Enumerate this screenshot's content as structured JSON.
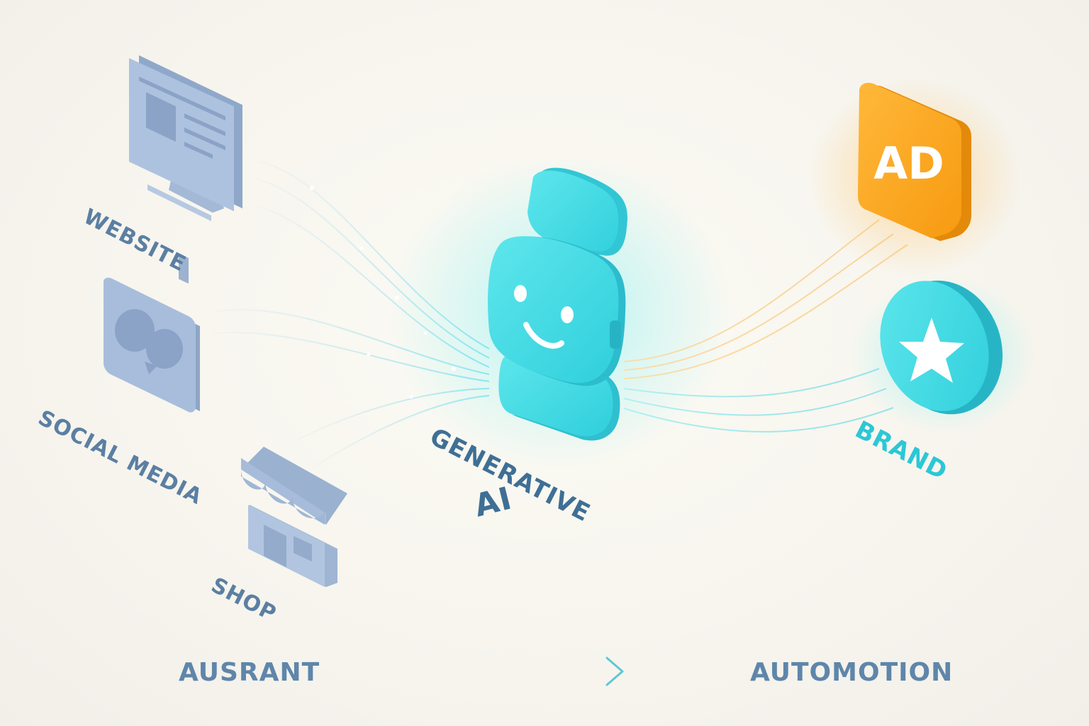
{
  "inputs": {
    "website_label": "WEBSITE",
    "social_label": "SOCIAL MEDIA",
    "shop_label": "SHOP",
    "website_icon": "monitor-icon",
    "social_icon": "chat-bubbles-icon",
    "shop_icon": "storefront-icon"
  },
  "center": {
    "line1": "GENERATIVE",
    "line2": "AI",
    "icon": "robot-icon"
  },
  "outputs": {
    "ad_text": "AD",
    "brand_label": "BRAND",
    "ad_icon": "ad-badge-icon",
    "brand_icon": "star-icon"
  },
  "footer": {
    "left": "AUSRANT",
    "right": "AUTOMOTION"
  },
  "colors": {
    "input_icon": "#a9bedc",
    "accent_teal": "#2fcfdc",
    "accent_orange": "#f7a21c",
    "label_blue": "#5b7fa3"
  }
}
